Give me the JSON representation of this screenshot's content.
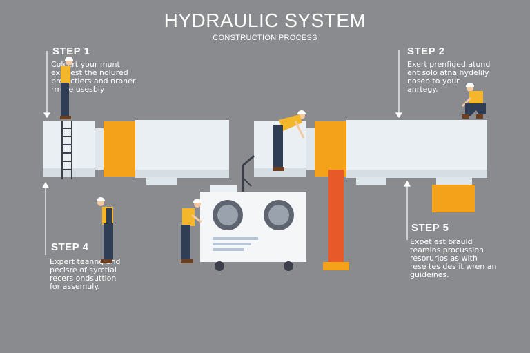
{
  "header": {
    "title": "HYDRAULIC SYSTEM",
    "subtitle": "CONSTRUCTION PROCESS"
  },
  "steps": [
    {
      "label": "STEP 1",
      "text": "Colcert your munt\nexrmest the nolured\nprojuctlers and nroner\nrrrese usesbly"
    },
    {
      "label": "STEP 2",
      "text": "Exert prenfiged atund\nent solo atna hydelily\nnoseo to your\nanrtegy."
    },
    {
      "label": "STEP 4",
      "text": "Expert teanng and\npecisre of syrctial\nrecers ondsuttion\nfor assemuly."
    },
    {
      "label": "STEP 5",
      "text": "Expet est brauld\nteamins procussion\nresorurios as with\nrese tes des it wren an\nguideines."
    }
  ],
  "colors": {
    "background": "#8a8b8f",
    "pipe": "#e9eff3",
    "pipe_shadow": "#cfd7dd",
    "accent_orange": "#f5a21b",
    "pipe_red": "#e8592a",
    "worker_yellow": "#f4b62b",
    "worker_pants": "#2f3e55"
  },
  "icons": [
    "ladder-icon",
    "pump-unit-icon",
    "worker-icon",
    "arrow-icon"
  ]
}
